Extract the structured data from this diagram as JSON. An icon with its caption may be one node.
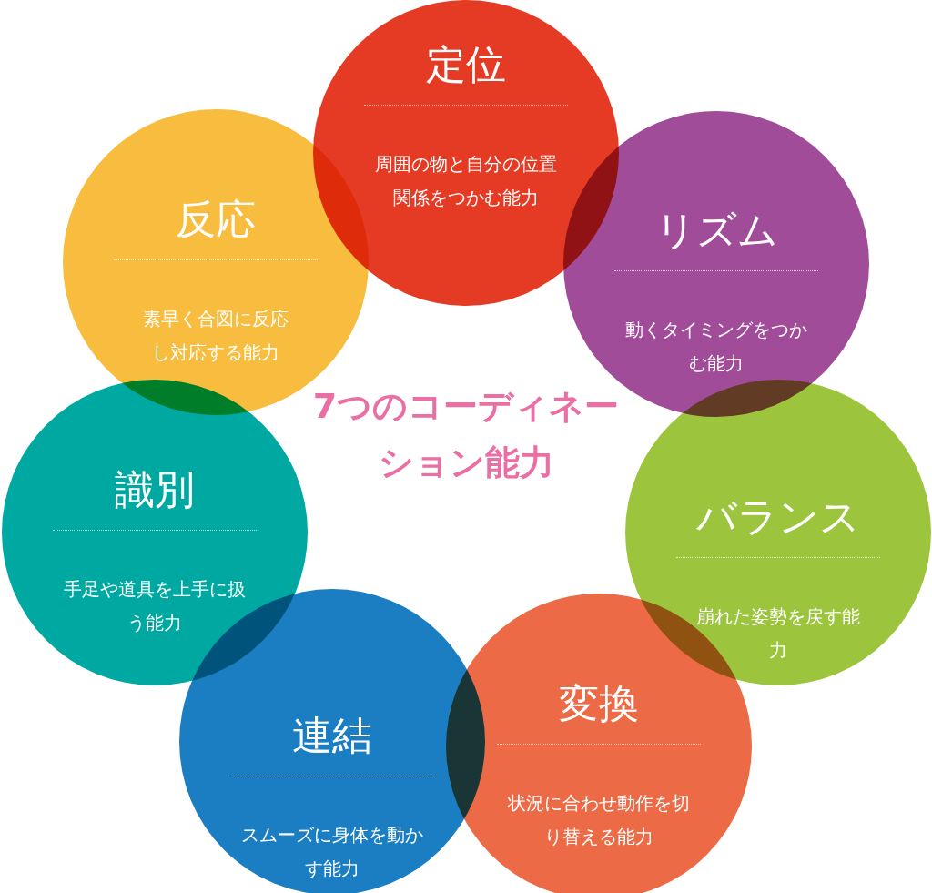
{
  "diagram": {
    "title": "7つのコーディネーション能力",
    "nodes": [
      {
        "text": [
          "定位",
          "周囲の物と自分の位置関係をつかむ能力"
        ]
      },
      {
        "text": [
          "リズム",
          "動くタイミングをつかむ能力"
        ]
      },
      {
        "text": [
          "バランス",
          "崩れた姿勢を戻す能力"
        ]
      },
      {
        "text": [
          "変換",
          "状況に合わせ動作を切り替える能力"
        ]
      },
      {
        "text": [
          "連結",
          "スムーズに身体を動かす能力"
        ]
      },
      {
        "text": [
          "識別",
          "手足や道具を上手に扱う能力"
        ]
      },
      {
        "text": [
          "反応",
          "素早く合図に反応し対応する能力"
        ]
      }
    ]
  }
}
